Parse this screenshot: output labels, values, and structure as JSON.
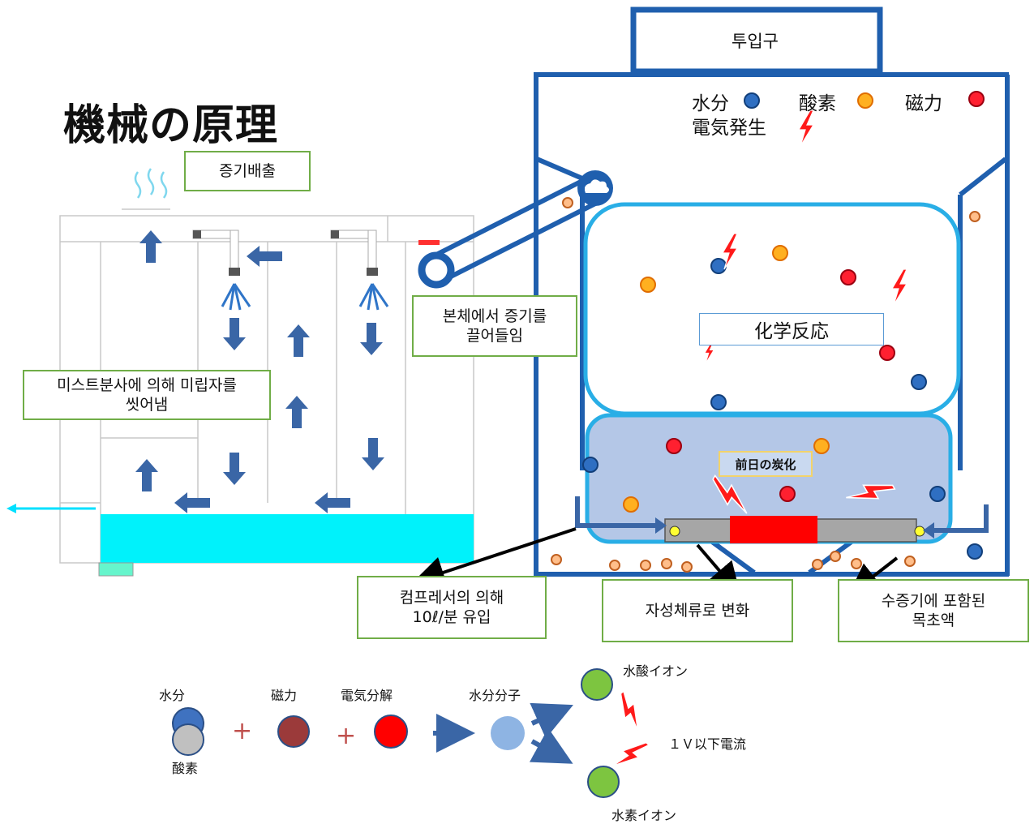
{
  "title": "機械の原理",
  "colors": {
    "blue_frame": "#1f5fae",
    "light_blue": "#29aee6",
    "water": "#00f2fb",
    "arrow": "#3a66a6",
    "tank_fill": "#b4c7e7",
    "heater": "#ff0000",
    "label_border": "#70ad47"
  },
  "labels": {
    "inlet": "투입구",
    "steam_exhaust": "증기배출",
    "draw_steam": [
      "본체에서 증기를",
      "끌어들임"
    ],
    "mist": [
      "미스트분사에 의해 미립자를",
      "씻어냄"
    ],
    "compressor": [
      "컴프레서의 의해",
      "10ℓ/분 유입"
    ],
    "magnetic": "자성체류로 변화",
    "vinegar": [
      "수증기에 포함된",
      "목초액"
    ],
    "chem_reaction": "化学反応",
    "prev_day": "前日の炭化"
  },
  "legend": {
    "water": "水分",
    "oxygen": "酸素",
    "magnet": "磁力",
    "electric": "電気発生"
  },
  "equation": {
    "water": "水分",
    "oxygen": "酸素",
    "magnet": "磁力",
    "electrolysis": "電気分解",
    "molecule": "水分分子",
    "hydroxide": "水酸イオン",
    "hydrogen": "水素イオン",
    "current": "１Ｖ以下電流",
    "plus": "+"
  }
}
